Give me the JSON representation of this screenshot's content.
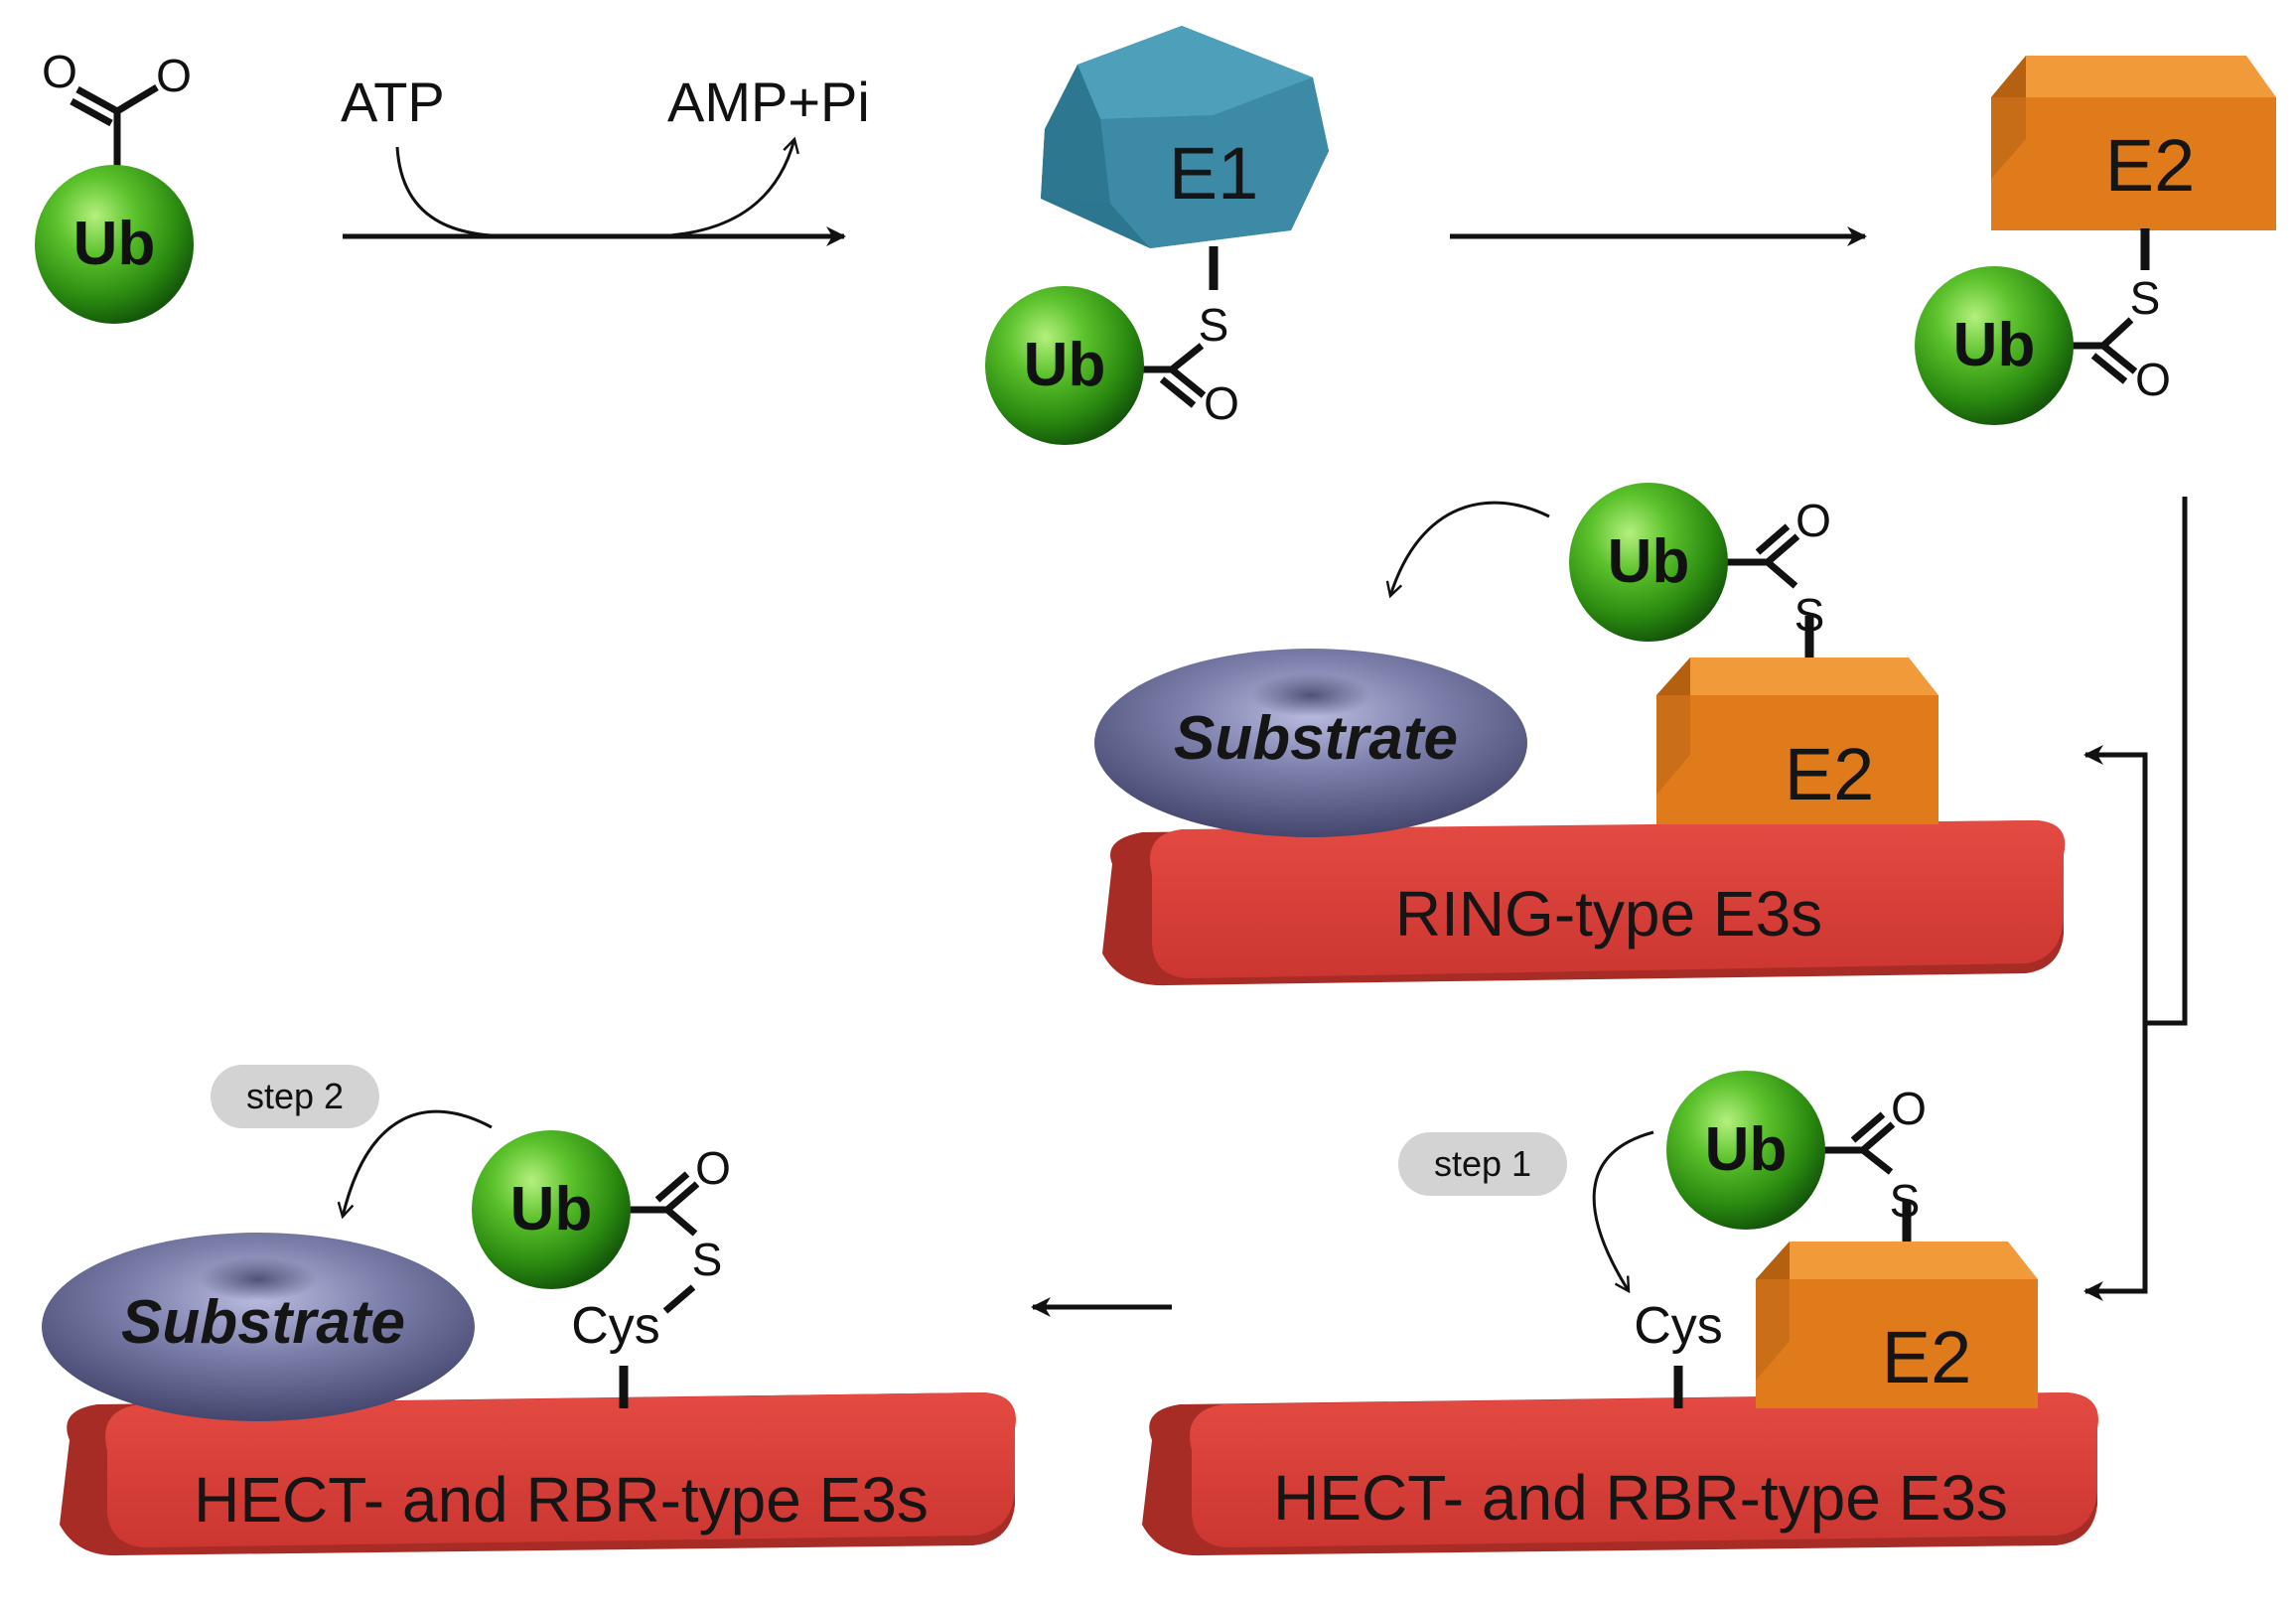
{
  "reaction": {
    "atp_label": "ATP",
    "amp_label": "AMP+Pi"
  },
  "molecules": {
    "ub_label": "Ub",
    "e1_label": "E1",
    "e2_label": "E2",
    "substrate_label": "Substrate",
    "sulfur": "S",
    "oxygen": "O",
    "cys_label": "Cys"
  },
  "e3": {
    "ring_label": "RING-type E3s",
    "hect_label": "HECT- and RBR-type E3s"
  },
  "steps": {
    "step1": "step 1",
    "step2": "step 2"
  },
  "colors": {
    "ub_green": "#2e8f14",
    "e1_teal": "#3d8aa6",
    "e2_orange": "#e07b1c",
    "e3_red": "#d8403a",
    "substrate_purple": "#6a6c96",
    "step_pill": "#d3d3d3"
  },
  "icons": [
    "ubiquitin-sphere",
    "e1-hexagon",
    "e2-block",
    "substrate-disc",
    "e3-platform",
    "arrow"
  ]
}
